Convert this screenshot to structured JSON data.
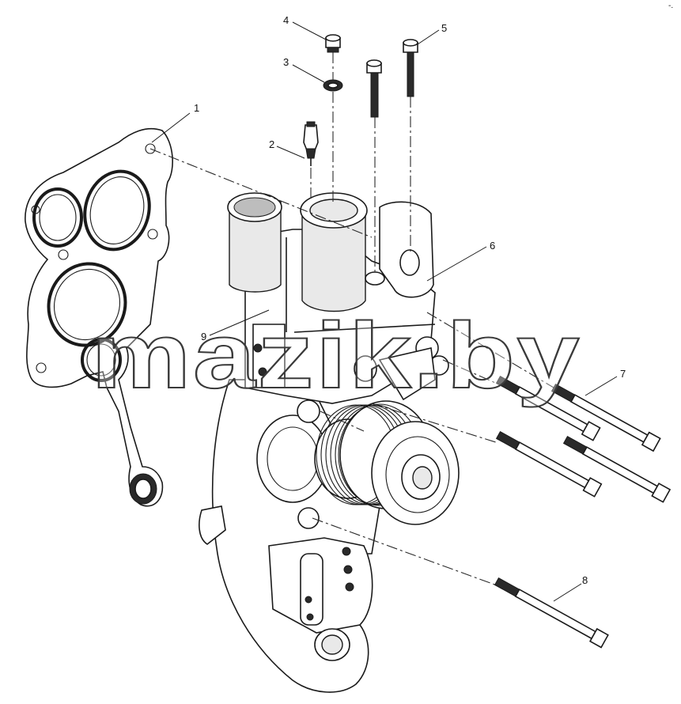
{
  "callouts": [
    "1",
    "2",
    "3",
    "4",
    "5",
    "6",
    "7",
    "8",
    "9"
  ],
  "watermark": "mazik.by",
  "corner_mark": "-."
}
